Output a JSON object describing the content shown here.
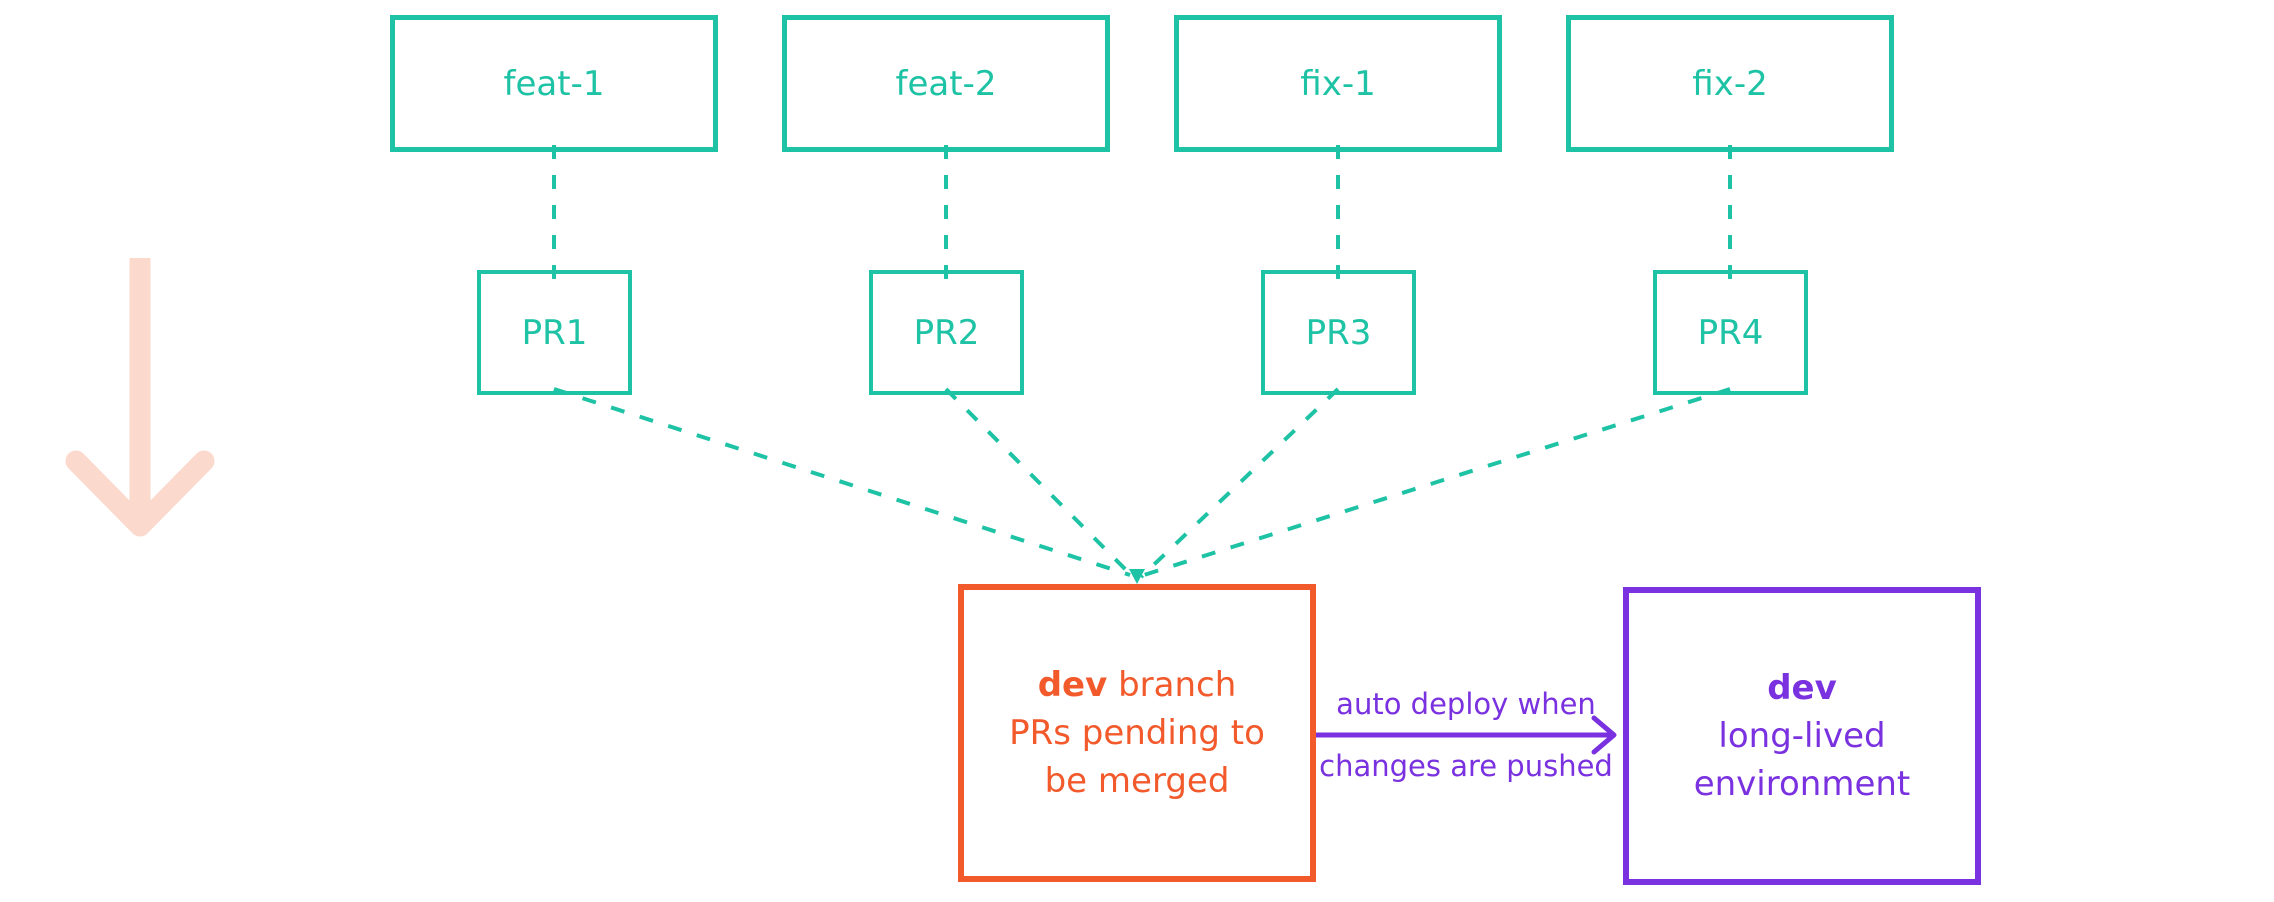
{
  "colors": {
    "teal": "#1EC2A4",
    "orange": "#F2592B",
    "purple": "#7A31DF",
    "pink": "#FBD9CD"
  },
  "feature_branches": [
    {
      "label": "feat-1"
    },
    {
      "label": "feat-2"
    },
    {
      "label": "fix-1"
    },
    {
      "label": "fix-2"
    }
  ],
  "pull_requests": [
    {
      "label": "PR1"
    },
    {
      "label": "PR2"
    },
    {
      "label": "PR3"
    },
    {
      "label": "PR4"
    }
  ],
  "dev_branch_box": {
    "title_bold": "dev",
    "title_rest": " branch",
    "subtitle_line1": "PRs pending to",
    "subtitle_line2": "be merged"
  },
  "deploy_arrow": {
    "label_line1": "auto deploy when",
    "label_line2": "changes are pushed"
  },
  "dev_environment_box": {
    "title_bold": "dev",
    "subtitle_line1": "long-lived",
    "subtitle_line2": "environment"
  },
  "flow_direction_icon": "downward-arrow"
}
